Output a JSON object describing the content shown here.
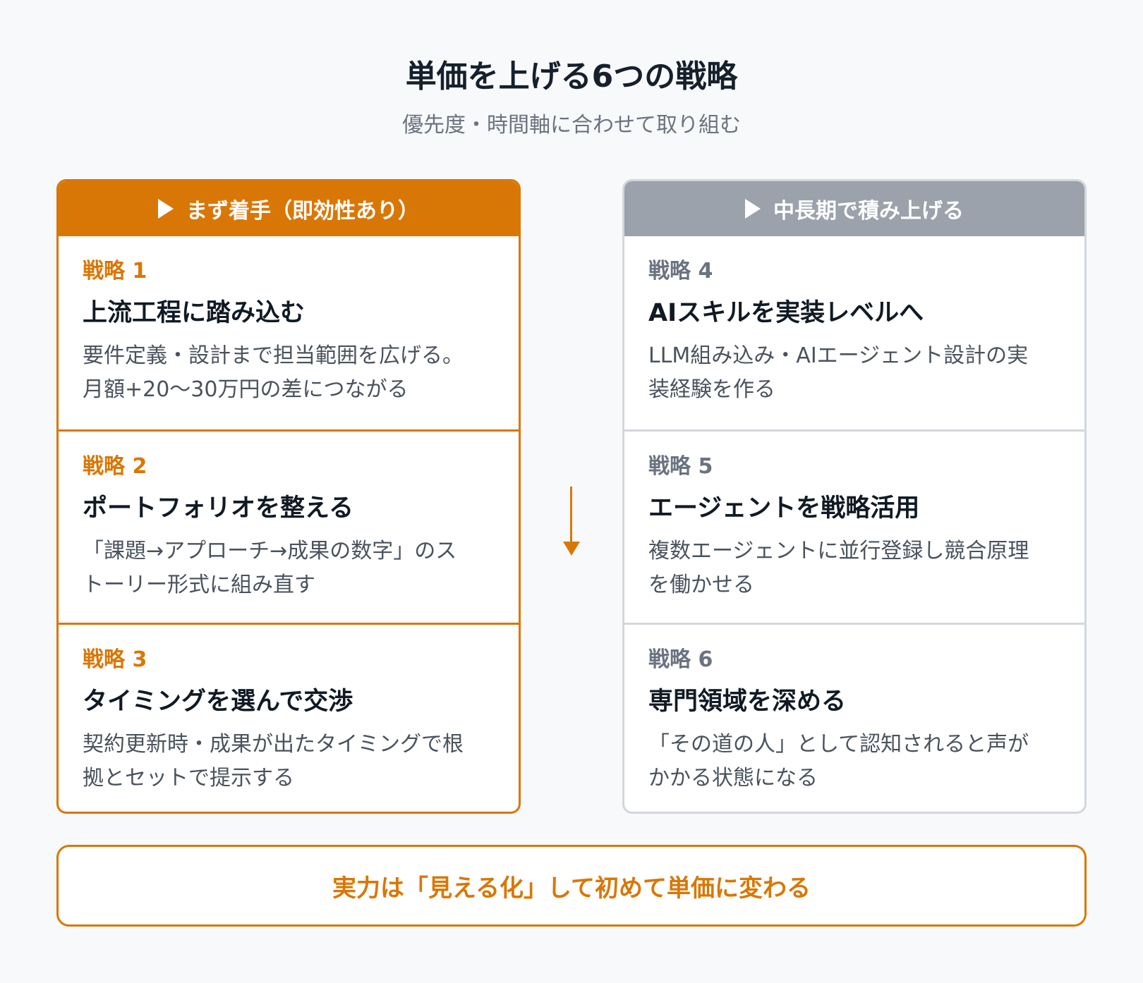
{
  "title": "単価を上げる6つの戦略",
  "subtitle": "優先度・時間軸に合わせて取り組む",
  "left_column": {
    "header": "まず着手（即効性あり）",
    "cards": [
      {
        "label": "戦略 1",
        "title": "上流工程に踏み込む",
        "desc_lines": [
          "要件定義・設計まで担当範囲を広げる。",
          "月額+20〜30万円の差につながる"
        ]
      },
      {
        "label": "戦略 2",
        "title": "ポートフォリオを整える",
        "desc_lines": [
          "「課題→アプローチ→成果の数字」のス",
          "トーリー形式に組み直す"
        ]
      },
      {
        "label": "戦略 3",
        "title": "タイミングを選んで交渉",
        "desc_lines": [
          "契約更新時・成果が出たタイミングで根",
          "拠とセットで提示する"
        ]
      }
    ]
  },
  "right_column": {
    "header": "中長期で積み上げる",
    "cards": [
      {
        "label": "戦略 4",
        "title": "AIスキルを実装レベルへ",
        "desc_lines": [
          "LLM組み込み・AIエージェント設計の実",
          "装経験を作る"
        ]
      },
      {
        "label": "戦略 5",
        "title": "エージェントを戦略活用",
        "desc_lines": [
          "複数エージェントに並行登録し競合原理",
          "を働かせる"
        ]
      },
      {
        "label": "戦略 6",
        "title": "専門領域を深める",
        "desc_lines": [
          "「その道の人」として認知されると声が",
          "かかる状態になる"
        ]
      }
    ]
  },
  "banner": "実力は「見える化」して初めて単価に変わる",
  "colors": {
    "accent": "#d97706",
    "muted_header": "#9ba2ab",
    "background": "#f8f9fb"
  }
}
